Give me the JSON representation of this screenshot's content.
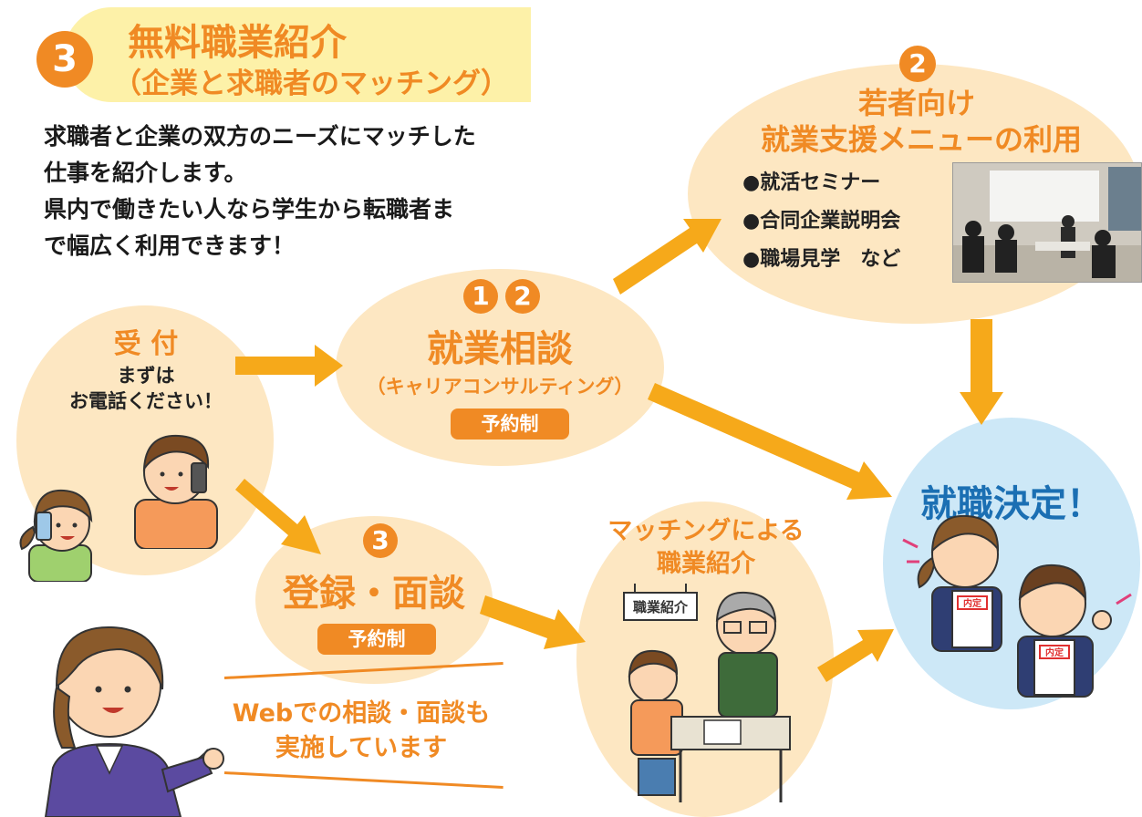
{
  "colors": {
    "orange": "#f08a24",
    "bubble": "#fde7c2",
    "title_band": "#fdf1a8",
    "goal_bubble": "#cde8f7",
    "goal_text": "#1b6fb3",
    "arrow": "#f6a91a"
  },
  "header": {
    "badge": "3",
    "title": "無料職業紹介",
    "subtitle": "（企業と求職者のマッチング）",
    "description": [
      "求職者と企業の双方のニーズにマッチした",
      "仕事を紹介します。",
      "県内で働きたい人なら学生から転職者ま",
      "で幅広く利用できます！"
    ]
  },
  "reception": {
    "title": "受 付",
    "line1": "まずは",
    "line2": "お電話ください！"
  },
  "consult": {
    "badge1": "1",
    "badge2": "2",
    "title": "就業相談",
    "subtitle": "（キャリアコンサルティング）",
    "tag": "予約制"
  },
  "youth": {
    "badge": "2",
    "title_line1": "若者向け",
    "title_line2": "就業支援メニューの利用",
    "items": [
      "●就活セミナー",
      "●合同企業説明会",
      "●職場見学　など"
    ]
  },
  "registration": {
    "badge": "3",
    "title": "登録・面談",
    "tag": "予約制"
  },
  "matching": {
    "title_line1": "マッチングによる",
    "title_line2": "職業紹介",
    "sign": "職業紹介"
  },
  "goal": {
    "title": "就職決定！",
    "doc_label": "内定"
  },
  "web_note": {
    "line1": "Webでの相談・面談も",
    "line2": "実施しています"
  },
  "icons": [
    "arrow-icon",
    "seminar-photo",
    "woman-phone-illustration",
    "boy-phone-illustration",
    "counselor-illustration",
    "interview-illustration",
    "celebration-illustration"
  ]
}
